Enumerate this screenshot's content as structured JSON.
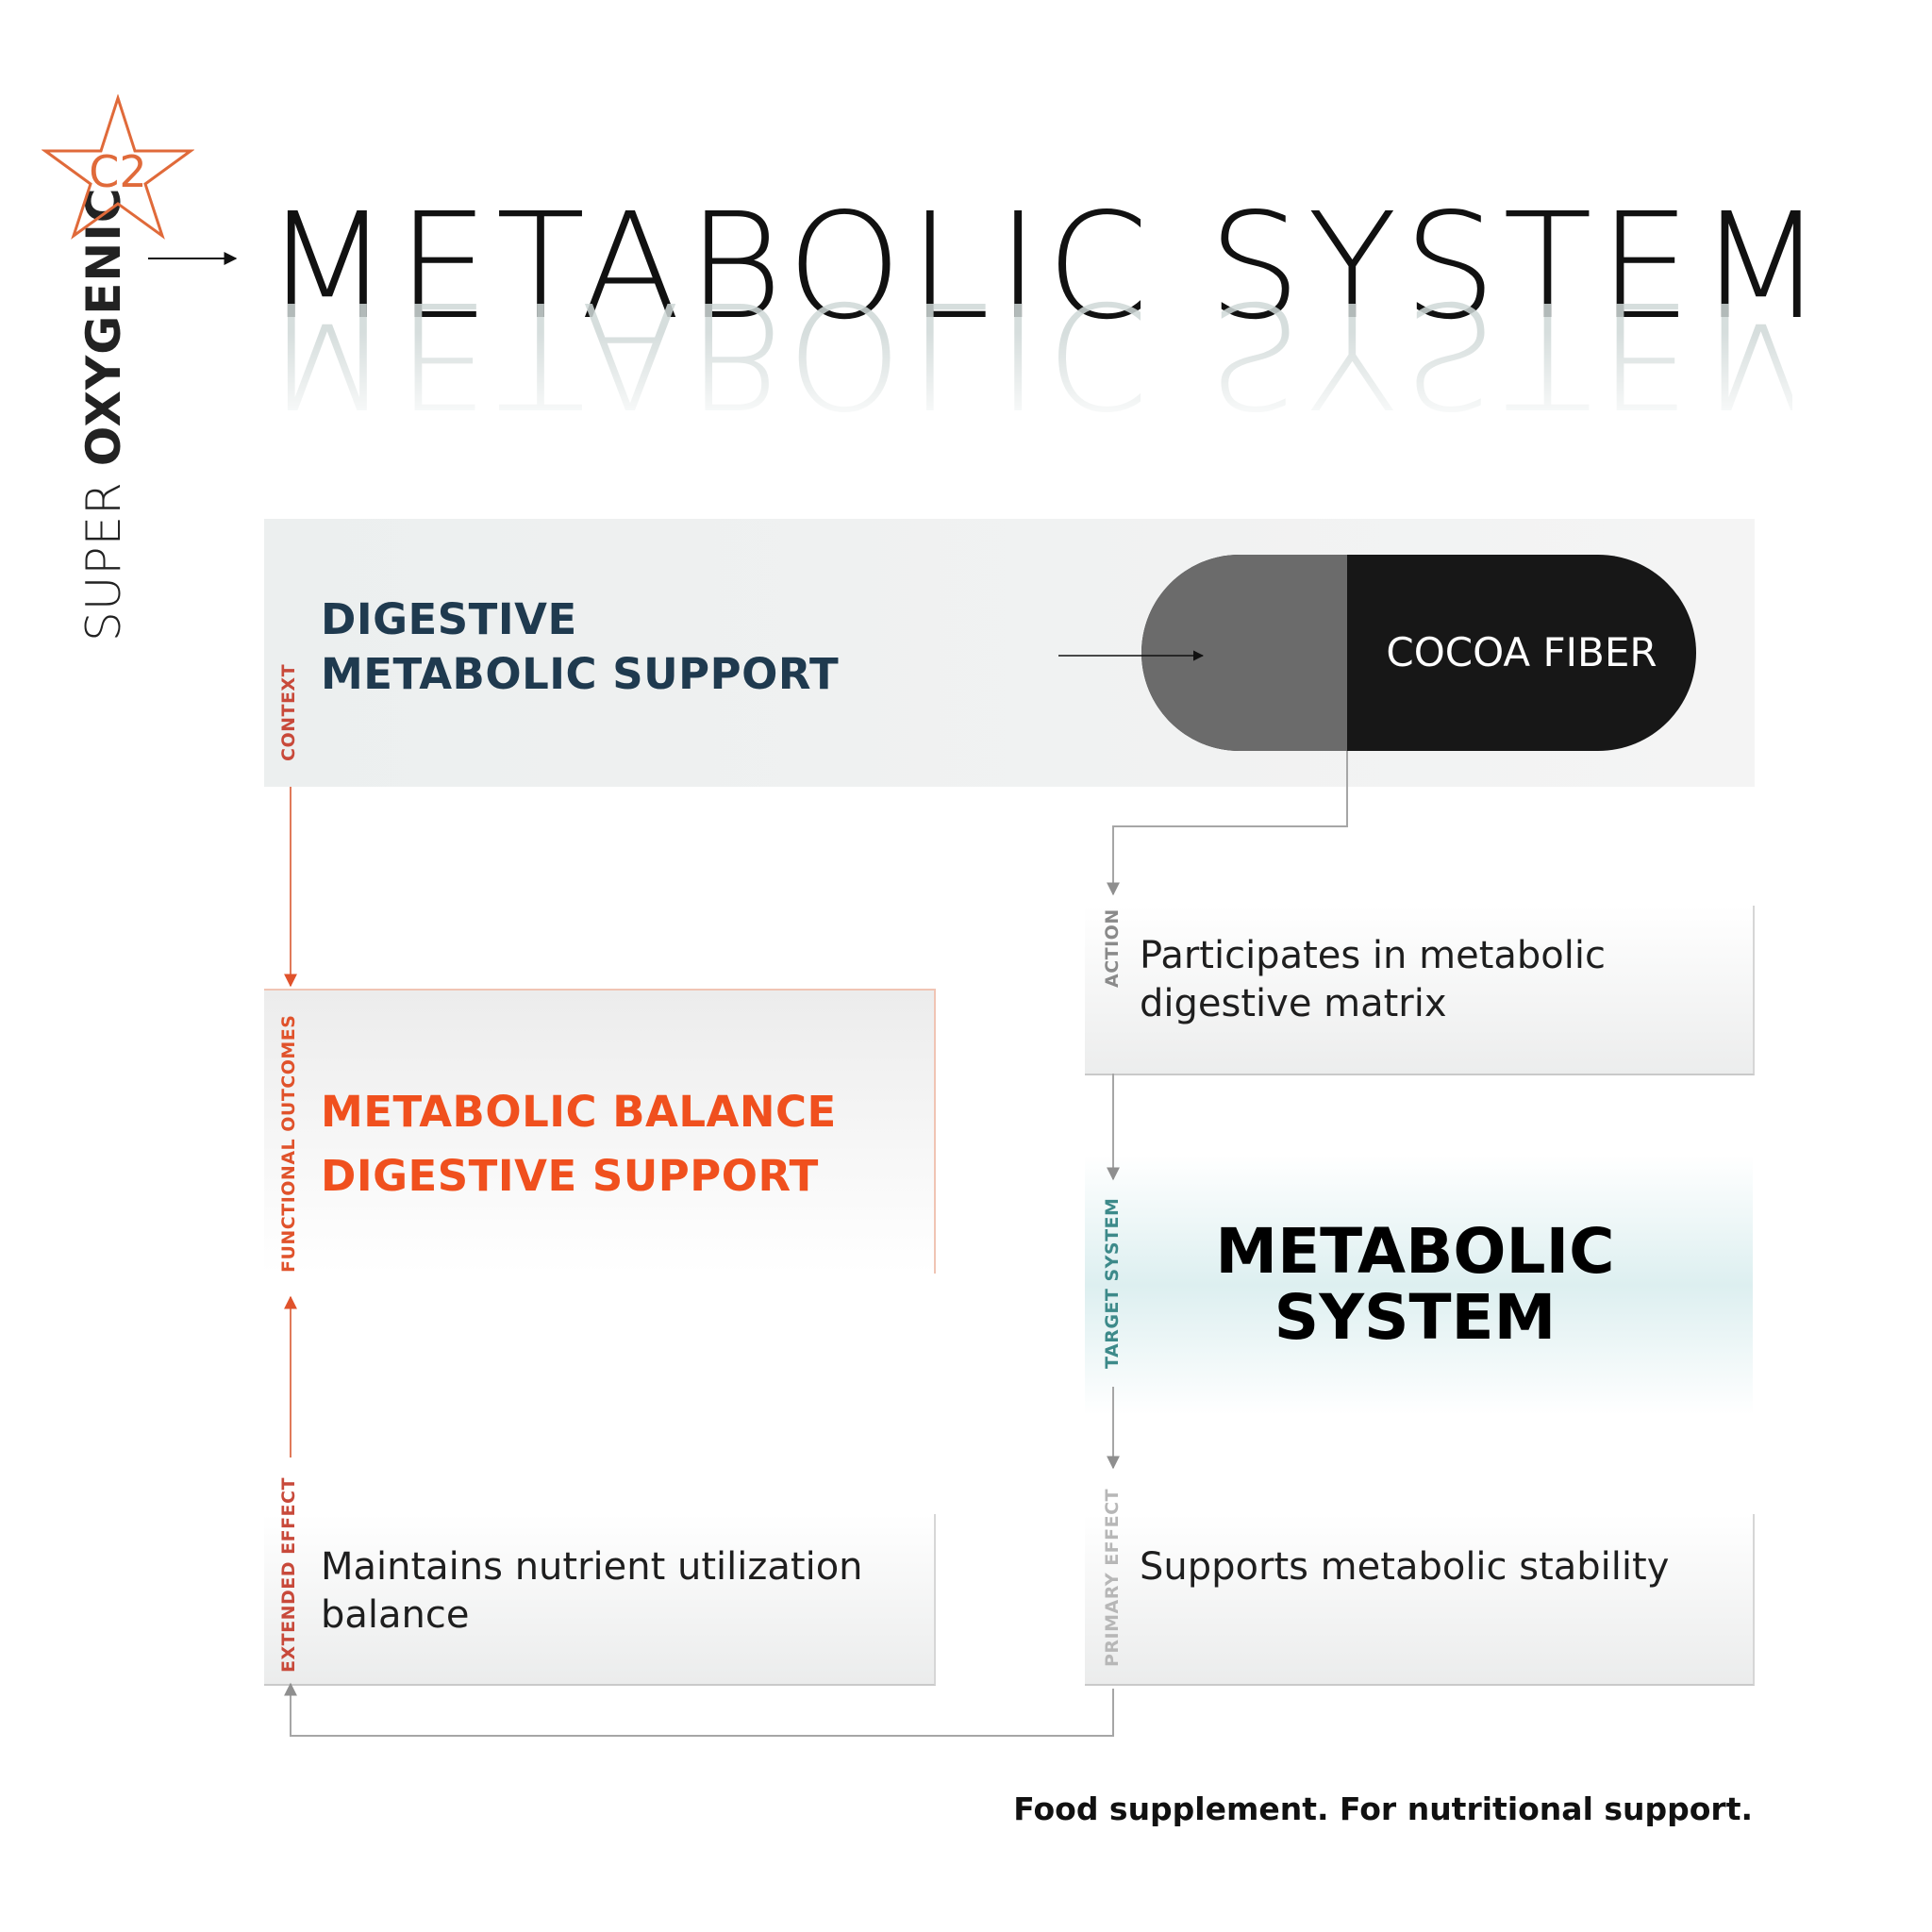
{
  "brand": {
    "logo_text": "C2",
    "logo_icon": "star-icon",
    "name_light": "SUPER",
    "name_bold": "OXYGENIC"
  },
  "title": "METABOLIC SYSTEM",
  "context": {
    "label": "CONTEXT",
    "heading_line1": "DIGESTIVE",
    "heading_line2": "METABOLIC SUPPORT"
  },
  "ingredient": {
    "label": "COCOA FIBER"
  },
  "action": {
    "label": "ACTION",
    "text": "Participates in metabolic digestive matrix"
  },
  "functional_outcomes": {
    "label": "FUNCTIONAL OUTCOMES",
    "line1": "METABOLIC BALANCE",
    "line2": "DIGESTIVE SUPPORT"
  },
  "target_system": {
    "label": "TARGET SYSTEM",
    "line1": "METABOLIC",
    "line2": "SYSTEM"
  },
  "extended_effect": {
    "label": "EXTENDED EFFECT",
    "text": "Maintains nutrient utilization balance"
  },
  "primary_effect": {
    "label": "PRIMARY EFFECT",
    "text": "Supports metabolic stability"
  },
  "footer": "Food supplement. For nutritional support.",
  "colors": {
    "accent_orange": "#f0501e",
    "navy": "#1f3a4f",
    "teal": "#3d8a8a",
    "connector_grey": "#a6a6a6",
    "connector_orange": "#e07a5a"
  }
}
